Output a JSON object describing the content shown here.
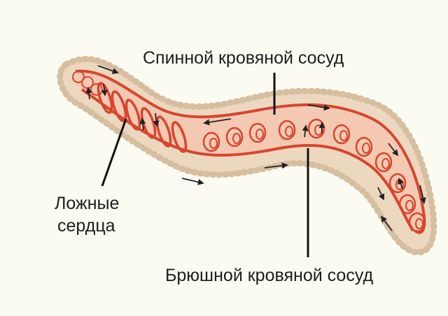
{
  "labels": {
    "dorsal_vessel": "Спинной кровяной сосуд",
    "false_hearts_line1": "Ложные",
    "false_hearts_line2": "сердца",
    "ventral_vessel": "Брюшной кровяной сосуд"
  },
  "colors": {
    "background": "#fbfbf2",
    "body_fill": "#ecd8bf",
    "body_outline": "#d6bea0",
    "vessel": "#d8452e",
    "inner_fill": "#f3c9b2",
    "arrow": "#222222",
    "label_text": "#1d1d1d"
  }
}
